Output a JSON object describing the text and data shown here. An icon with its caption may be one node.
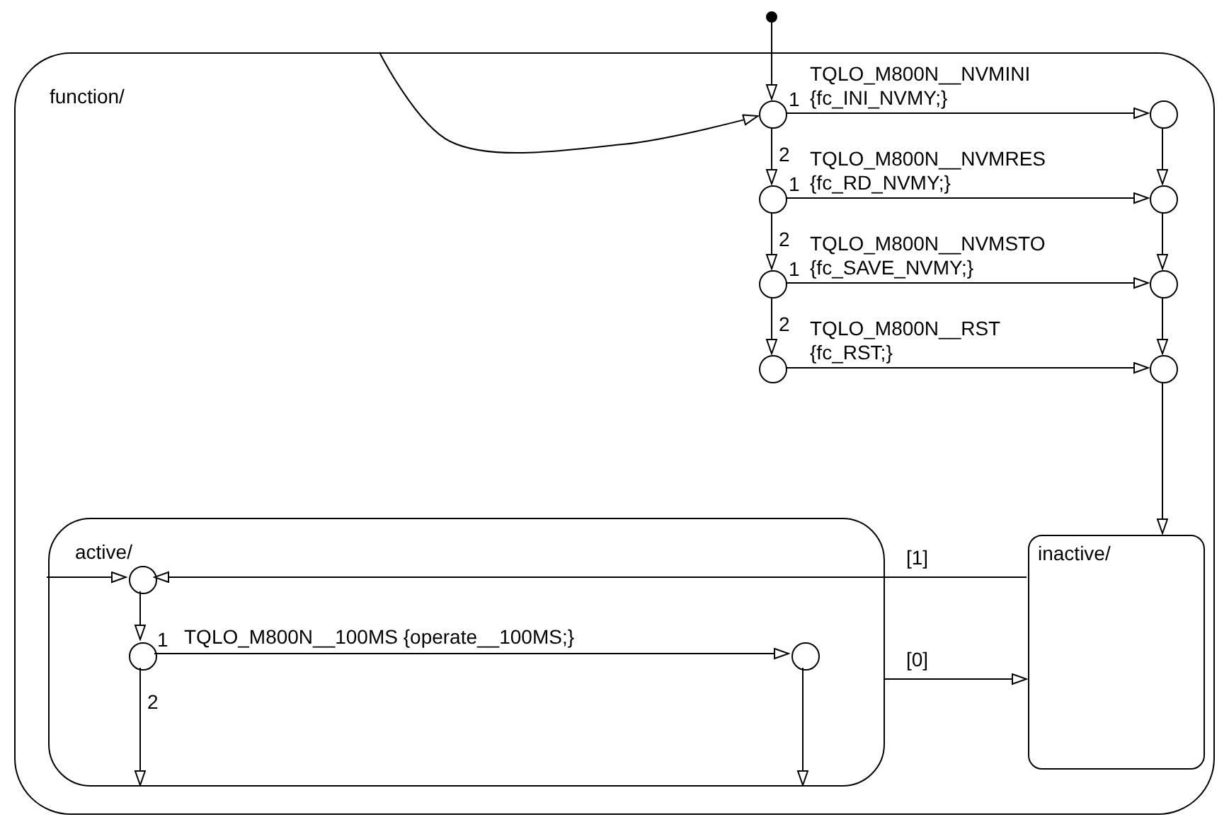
{
  "diagram": {
    "nodes": [
      {
        "text": [
          "function/"
        ]
      },
      {
        "text": [],
        "shape": "circle"
      },
      {
        "text": [],
        "shape": "circle",
        "in": 0
      },
      {
        "text": [],
        "shape": "circle",
        "in": 0
      },
      {
        "text": [],
        "shape": "circle",
        "in": 0
      },
      {
        "text": [],
        "shape": "circle",
        "in": 0
      },
      {
        "text": [],
        "shape": "circle",
        "in": 0
      },
      {
        "text": [],
        "shape": "circle",
        "in": 0
      },
      {
        "text": [],
        "shape": "circle",
        "in": 0
      },
      {
        "text": [],
        "shape": "circle",
        "in": 0
      },
      {
        "text": [
          "active/"
        ],
        "in": 0
      },
      {
        "text": [],
        "shape": "circle",
        "in": 10
      },
      {
        "text": [],
        "shape": "circle",
        "in": 10
      },
      {
        "text": [],
        "shape": "circle",
        "in": 10
      },
      {
        "text": [
          "inactive/"
        ],
        "in": 0
      }
    ],
    "edges": [
      {
        "from": 1,
        "to": 2,
        "arrow": "to"
      },
      {
        "from": 0,
        "to": 2,
        "arrow": "to"
      },
      {
        "from": 2,
        "to": 3,
        "label": "TQLO_M800N__NVMINI {fc_INI_NVMY;}",
        "arrow": "to"
      },
      {
        "from": 2,
        "to": 4,
        "arrow": "to"
      },
      {
        "from": 3,
        "to": 5,
        "arrow": "to"
      },
      {
        "from": 4,
        "to": 5,
        "label": "TQLO_M800N__NVMRES {fc_RD_NVMY;}",
        "arrow": "to"
      },
      {
        "from": 4,
        "to": 6,
        "arrow": "to"
      },
      {
        "from": 5,
        "to": 7,
        "arrow": "to"
      },
      {
        "from": 6,
        "to": 7,
        "label": "TQLO_M800N__NVMSTO {fc_SAVE_NVMY;}",
        "arrow": "to"
      },
      {
        "from": 6,
        "to": 8,
        "arrow": "to"
      },
      {
        "from": 7,
        "to": 9,
        "arrow": "to"
      },
      {
        "from": 8,
        "to": 9,
        "label": "TQLO_M800N__RST {fc_RST;}",
        "arrow": "to"
      },
      {
        "from": 9,
        "to": 14,
        "arrow": "to"
      },
      {
        "from": 14,
        "to": 11,
        "label": "[1]",
        "arrow": "to"
      },
      {
        "from": 10,
        "to": 11,
        "arrow": "to"
      },
      {
        "from": 11,
        "to": 12,
        "arrow": "to"
      },
      {
        "from": 12,
        "to": 13,
        "label": "TQLO_M800N__100MS {operate__100MS;}",
        "arrow": "to"
      },
      {
        "from": 12,
        "to": 10,
        "arrow": "to"
      },
      {
        "from": 13,
        "to": 10,
        "arrow": "to"
      },
      {
        "from": 10,
        "to": 14,
        "label": "[0]",
        "arrow": "to"
      }
    ],
    "labels": [
      "1",
      "2",
      "1",
      "2",
      "1",
      "2",
      "1",
      "2"
    ]
  }
}
